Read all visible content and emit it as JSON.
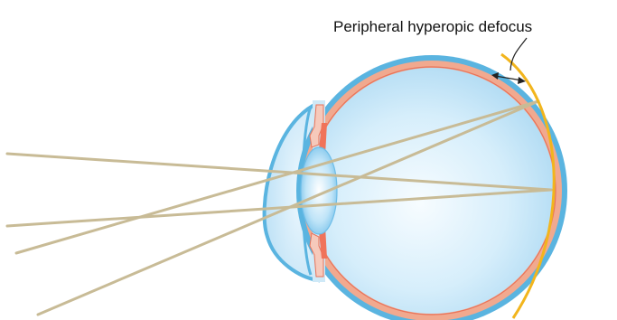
{
  "annotation": {
    "label": "Peripheral hyperopic defocus"
  },
  "colors": {
    "eyeball_outer": "#5ab4e0",
    "retina_layer": "#f1a98f",
    "retina_line": "#e8735a",
    "vitreous_light": "#f4fbff",
    "vitreous_mid": "#c7e6f7",
    "vitreous_dark": "#9fd2f0",
    "lens": "#7ec5ec",
    "iris": "#f0735a",
    "ciliary": "#f6c9bb",
    "light_rays": "#c8bb96",
    "image_shell": "#f2b51d",
    "defocus_arrow": "#222222"
  },
  "icons": [
    "eye-cross-section",
    "double-headed-arrow",
    "curved-leader-line"
  ]
}
